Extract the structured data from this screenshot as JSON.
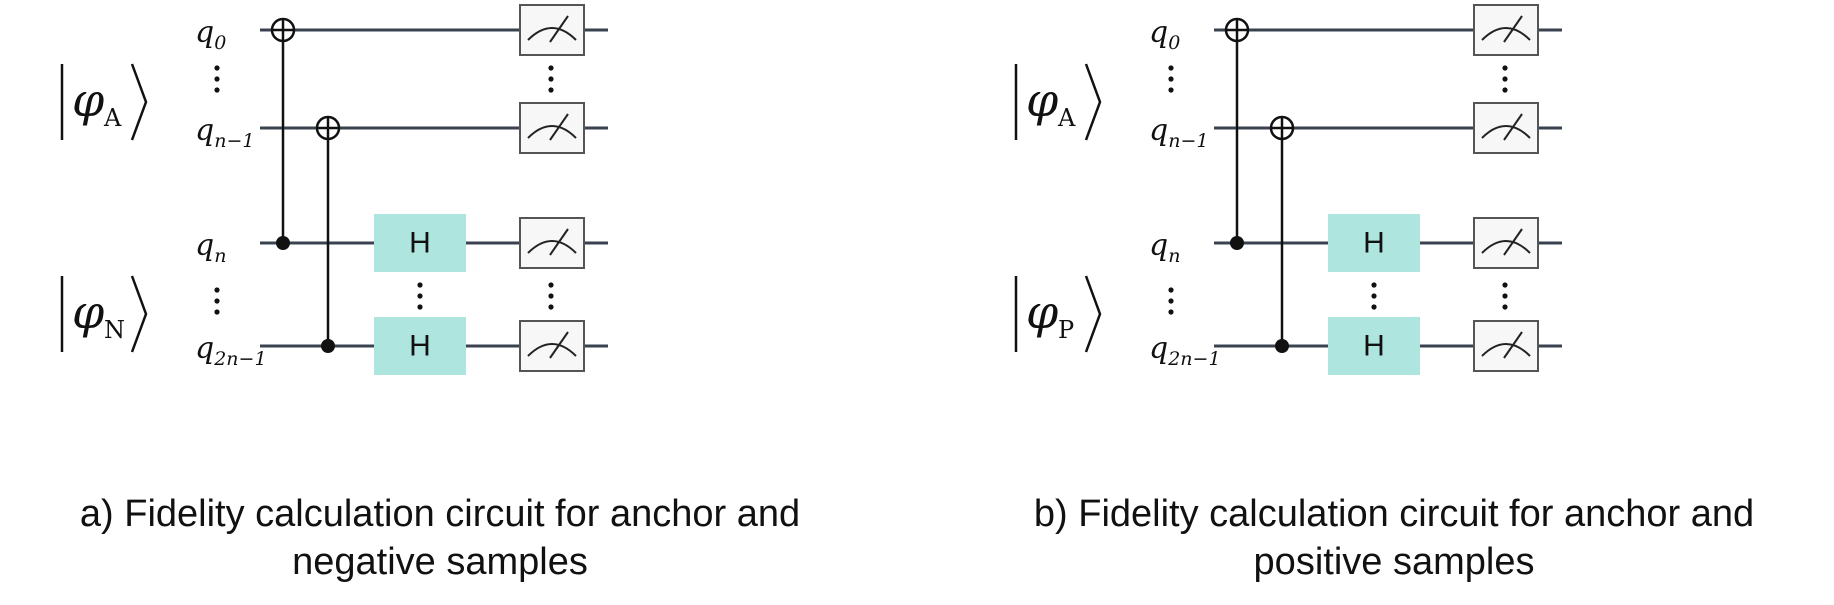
{
  "panels": [
    {
      "id": "a",
      "ket_A": {
        "symbol": "φ",
        "sub": "A"
      },
      "ket_B": {
        "symbol": "φ",
        "sub": "N"
      },
      "qubits": [
        {
          "base": "q",
          "sub": "0"
        },
        {
          "base": "q",
          "sub": "n−1"
        },
        {
          "base": "q",
          "sub": "n"
        },
        {
          "base": "q",
          "sub": "2n−1"
        }
      ],
      "gate_label": "H",
      "caption_line1": "a) Fidelity calculation circuit for anchor and",
      "caption_line2": "negative samples"
    },
    {
      "id": "b",
      "ket_A": {
        "symbol": "φ",
        "sub": "A"
      },
      "ket_B": {
        "symbol": "φ",
        "sub": "P"
      },
      "qubits": [
        {
          "base": "q",
          "sub": "0"
        },
        {
          "base": "q",
          "sub": "n−1"
        },
        {
          "base": "q",
          "sub": "n"
        },
        {
          "base": "q",
          "sub": "2n−1"
        }
      ],
      "gate_label": "H",
      "caption_line1": "b) Fidelity calculation circuit for anchor and",
      "caption_line2": "positive samples"
    }
  ],
  "colors": {
    "wire": "#3a4250",
    "hadamard_fill": "#aee6df",
    "control": "#111111"
  }
}
